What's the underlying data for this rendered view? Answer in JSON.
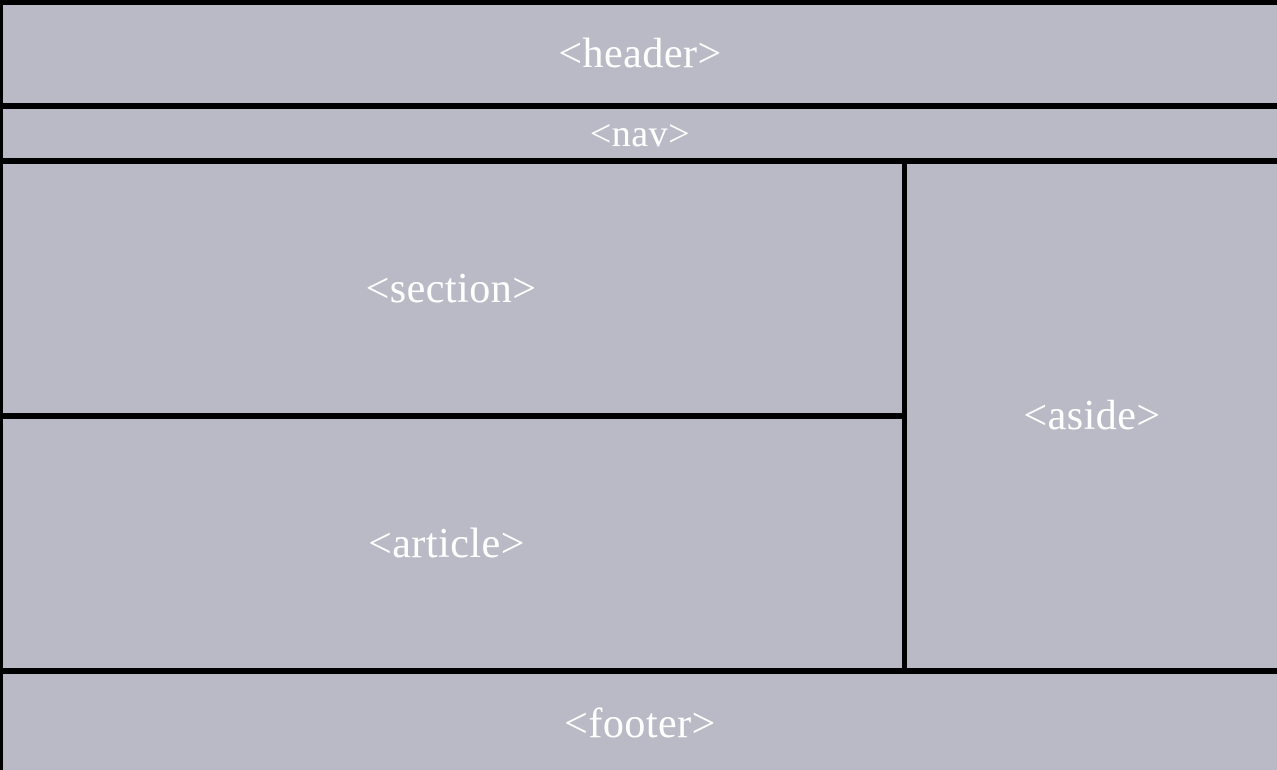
{
  "colors": {
    "box_fill": "#babac6",
    "border": "#000000",
    "text": "#ffffff"
  },
  "blocks": {
    "header": "<header>",
    "nav": "<nav>",
    "section": "<section>",
    "article": "<article>",
    "aside": "<aside>",
    "footer": "<footer>"
  }
}
